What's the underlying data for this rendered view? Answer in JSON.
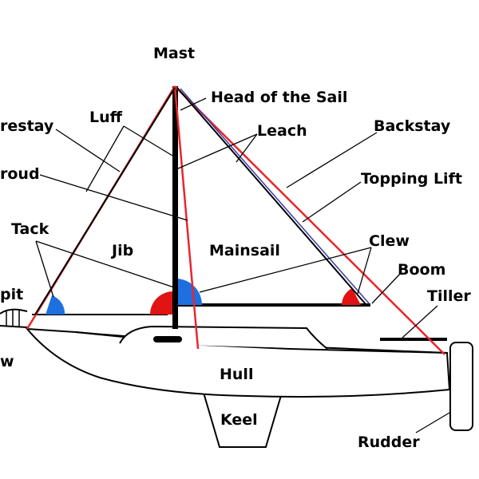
{
  "labels": {
    "mast": "Mast",
    "head_of_sail": "Head of the Sail",
    "luff": "Luff",
    "leach": "Leach",
    "forestay": "restay",
    "backstay": "Backstay",
    "shroud": "roud",
    "topping_lift": "Topping Lift",
    "tack": "Tack",
    "jib": "Jib",
    "mainsail": "Mainsail",
    "clew": "Clew",
    "boom": "Boom",
    "pulpit": "pit",
    "tiller": "Tiller",
    "bow": "w",
    "hull": "Hull",
    "keel": "Keel",
    "rudder": "Rudder"
  },
  "colors": {
    "line": "#000000",
    "rigging": "#e8262b",
    "topping_lift": "#3a3aa8",
    "tack_jib": "#1e6fe0",
    "tack_main": "#e01414",
    "background": "#ffffff"
  }
}
